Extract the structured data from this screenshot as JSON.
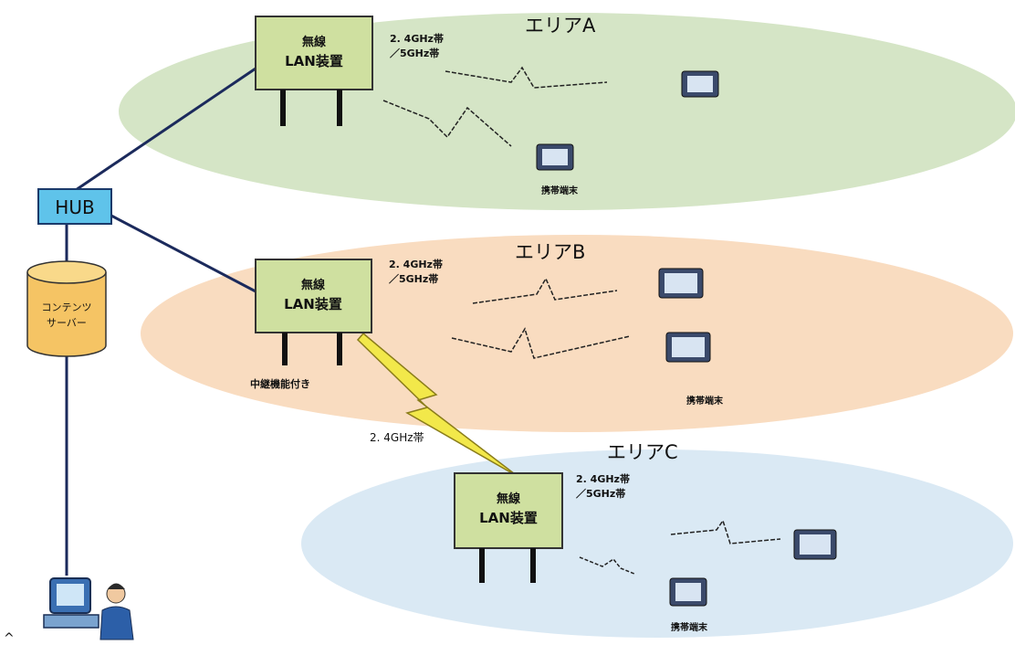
{
  "areas": {
    "a": {
      "label": "エリアA",
      "band": "2. 4GHz帯",
      "band2": "／5GHz帯",
      "terminal_label": "携帯端末"
    },
    "b": {
      "label": "エリアB",
      "band": "2. 4GHz帯",
      "band2": "／5GHz帯",
      "terminal_label": "携帯端末",
      "relay_label": "中継機能付き"
    },
    "c": {
      "label": "エリアC",
      "band": "2. 4GHz帯",
      "band2": "／5GHz帯",
      "terminal_label": "携帯端末"
    }
  },
  "ap_label_line1": "無線",
  "ap_label_line2": "LAN装置",
  "hub_label": "HUB",
  "server_label_line1": "コンテンツ",
  "server_label_line2": "サーバー",
  "link_band": "2. 4GHz帯",
  "corner_mark": "^",
  "colors": {
    "area_a": "#d5e5c6",
    "area_b": "#f9dcc0",
    "area_c": "#dae9f4",
    "ap_fill": "#cfe0a0",
    "hub_fill": "#5fc3ea",
    "server_fill": "#f5c464",
    "lightning": "#f2e84a"
  }
}
